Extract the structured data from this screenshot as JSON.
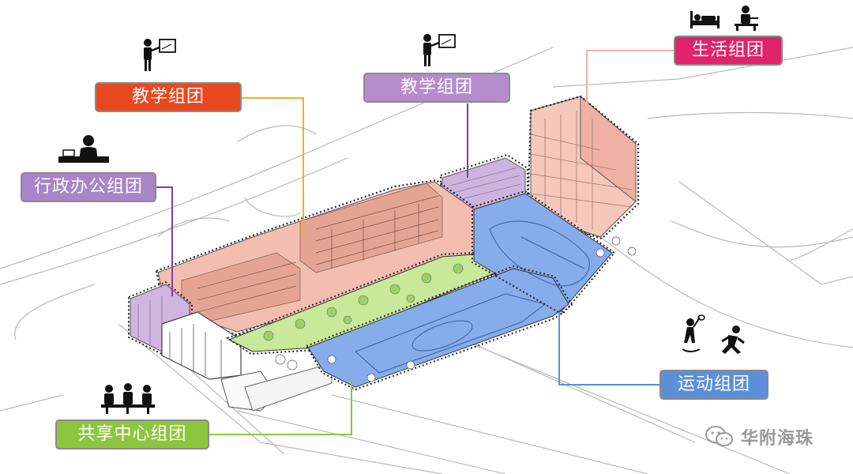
{
  "labels": {
    "teaching_left": "教学组团",
    "teaching_right": "教学组团",
    "living": "生活组团",
    "admin": "行政办公组团",
    "sports": "运动组团",
    "shared_center": "共享中心组团"
  },
  "watermark": "华附海珠",
  "colors": {
    "teaching_left": "#e8481f",
    "teaching_right": "#b58ccc",
    "living": "#e0246a",
    "admin": "#a884c8",
    "sports": "#5b8fd8",
    "shared_center": "#8cc63f",
    "building_pink": "#f1b6a8",
    "field_blue": "#7ea6ea",
    "lawn_green": "#bfe38c",
    "leader_yellow": "#f2b21a",
    "leader_purple": "#7b3fa6",
    "leader_pink": "#f3b0ad",
    "leader_blue": "#5b8fd8",
    "leader_green": "#8cc63f"
  },
  "icons": [
    "teacher-icon",
    "teacher-icon",
    "bed-icon",
    "study-desk-icon",
    "office-desk-icon",
    "badminton-icon",
    "runner-icon",
    "meeting-icon",
    "wechat-icon"
  ]
}
